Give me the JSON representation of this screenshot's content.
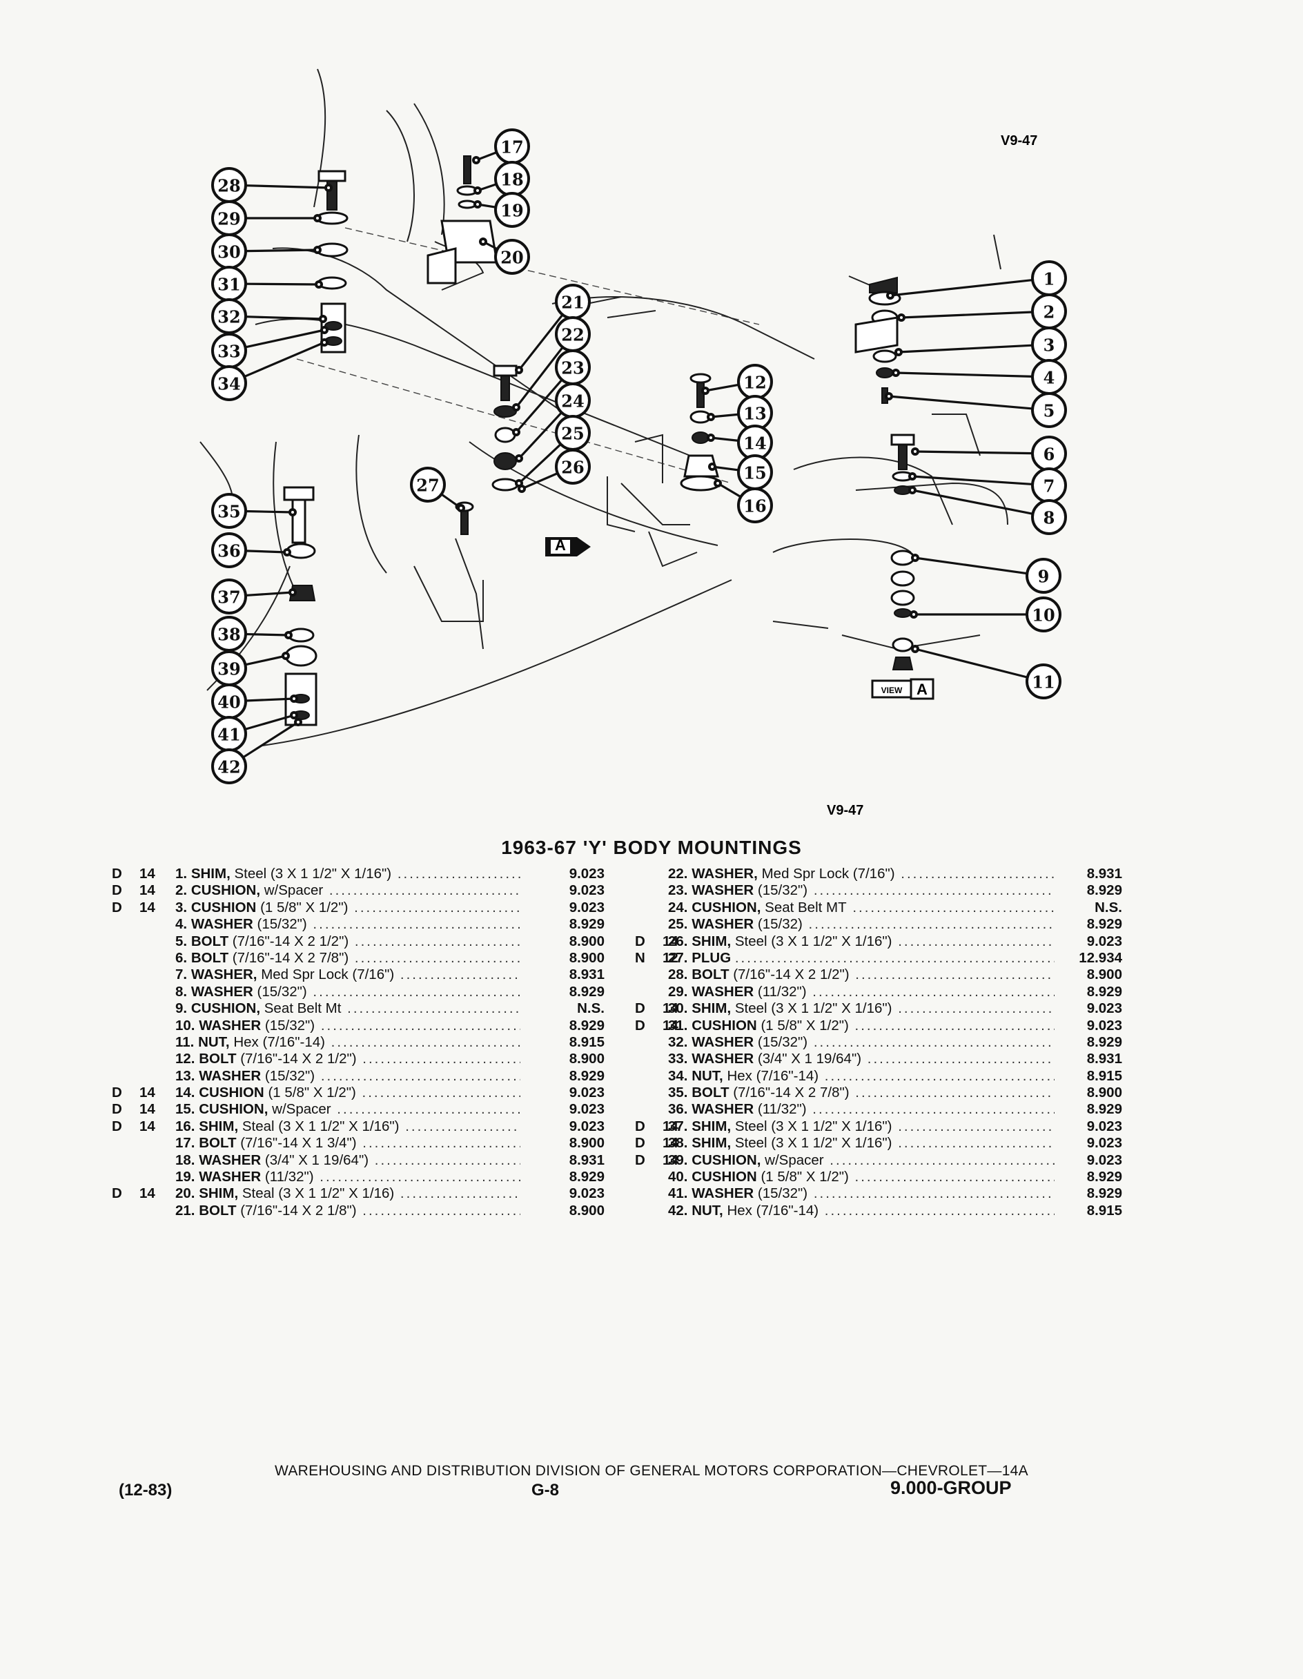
{
  "diagram": {
    "ref_top": "V9-47",
    "ref_bottom": "V9-47",
    "view_marker": "A",
    "view_label": "VIEW",
    "view_letter": "A",
    "callouts": [
      "1",
      "2",
      "3",
      "4",
      "5",
      "6",
      "7",
      "8",
      "9",
      "10",
      "11",
      "12",
      "13",
      "14",
      "15",
      "16",
      "17",
      "18",
      "19",
      "20",
      "21",
      "22",
      "23",
      "24",
      "25",
      "26",
      "27",
      "28",
      "29",
      "30",
      "31",
      "32",
      "33",
      "34",
      "35",
      "36",
      "37",
      "38",
      "39",
      "40",
      "41",
      "42"
    ]
  },
  "title": "1963-67 'Y' BODY MOUNTINGS",
  "parts_left": [
    {
      "code": "D",
      "group": "14",
      "num": "1.",
      "name": "SHIM,",
      "detail": "Steel (3 X 1 1/2\" X 1/16\")",
      "part_number": "9.023"
    },
    {
      "code": "D",
      "group": "14",
      "num": "2.",
      "name": "CUSHION,",
      "detail": "w/Spacer",
      "part_number": "9.023"
    },
    {
      "code": "D",
      "group": "14",
      "num": "3.",
      "name": "CUSHION",
      "detail": "(1 5/8\" X 1/2\")",
      "part_number": "9.023"
    },
    {
      "code": "",
      "group": "",
      "num": "4.",
      "name": "WASHER",
      "detail": "(15/32\")",
      "part_number": "8.929"
    },
    {
      "code": "",
      "group": "",
      "num": "5.",
      "name": "BOLT",
      "detail": "(7/16\"-14 X 2 1/2\")",
      "part_number": "8.900"
    },
    {
      "code": "",
      "group": "",
      "num": "6.",
      "name": "BOLT",
      "detail": "(7/16\"-14 X 2 7/8\")",
      "part_number": "8.900"
    },
    {
      "code": "",
      "group": "",
      "num": "7.",
      "name": "WASHER,",
      "detail": "Med Spr Lock (7/16\")",
      "part_number": "8.931"
    },
    {
      "code": "",
      "group": "",
      "num": "8.",
      "name": "WASHER",
      "detail": "(15/32\")",
      "part_number": "8.929"
    },
    {
      "code": "",
      "group": "",
      "num": "9.",
      "name": "CUSHION,",
      "detail": "Seat Belt Mt",
      "part_number": "N.S."
    },
    {
      "code": "",
      "group": "",
      "num": "10.",
      "name": "WASHER",
      "detail": "(15/32\")",
      "part_number": "8.929"
    },
    {
      "code": "",
      "group": "",
      "num": "11.",
      "name": "NUT,",
      "detail": "Hex (7/16\"-14)",
      "part_number": "8.915"
    },
    {
      "code": "",
      "group": "",
      "num": "12.",
      "name": "BOLT",
      "detail": "(7/16\"-14 X 2 1/2\")",
      "part_number": "8.900"
    },
    {
      "code": "",
      "group": "",
      "num": "13.",
      "name": "WASHER",
      "detail": "(15/32\")",
      "part_number": "8.929"
    },
    {
      "code": "D",
      "group": "14",
      "num": "14.",
      "name": "CUSHION",
      "detail": "(1 5/8\" X 1/2\")",
      "part_number": "9.023"
    },
    {
      "code": "D",
      "group": "14",
      "num": "15.",
      "name": "CUSHION,",
      "detail": "w/Spacer",
      "part_number": "9.023"
    },
    {
      "code": "D",
      "group": "14",
      "num": "16.",
      "name": "SHIM,",
      "detail": "Steal (3 X 1 1/2\" X 1/16\")",
      "part_number": "9.023"
    },
    {
      "code": "",
      "group": "",
      "num": "17.",
      "name": "BOLT",
      "detail": "(7/16\"-14 X 1 3/4\")",
      "part_number": "8.900"
    },
    {
      "code": "",
      "group": "",
      "num": "18.",
      "name": "WASHER",
      "detail": "(3/4\" X 1 19/64\")",
      "part_number": "8.931"
    },
    {
      "code": "",
      "group": "",
      "num": "19.",
      "name": "WASHER",
      "detail": "(11/32\")",
      "part_number": "8.929"
    },
    {
      "code": "D",
      "group": "14",
      "num": "20.",
      "name": "SHIM,",
      "detail": "Steal (3 X 1 1/2\" X 1/16)",
      "part_number": "9.023"
    },
    {
      "code": "",
      "group": "",
      "num": "21.",
      "name": "BOLT",
      "detail": "(7/16\"-14 X 2 1/8\")",
      "part_number": "8.900"
    }
  ],
  "parts_right": [
    {
      "code": "",
      "group": "",
      "num": "22.",
      "name": "WASHER,",
      "detail": "Med Spr Lock (7/16\")",
      "part_number": "8.931"
    },
    {
      "code": "",
      "group": "",
      "num": "23.",
      "name": "WASHER",
      "detail": "(15/32\")",
      "part_number": "8.929"
    },
    {
      "code": "",
      "group": "",
      "num": "24.",
      "name": "CUSHION,",
      "detail": "Seat Belt MT",
      "part_number": "N.S."
    },
    {
      "code": "",
      "group": "",
      "num": "25.",
      "name": "WASHER",
      "detail": "(15/32)",
      "part_number": "8.929"
    },
    {
      "code": "D",
      "group": "14",
      "num": "26.",
      "name": "SHIM,",
      "detail": "Steel (3 X 1 1/2\" X 1/16\")",
      "part_number": "9.023"
    },
    {
      "code": "N",
      "group": "12",
      "num": "27.",
      "name": "PLUG",
      "detail": "",
      "part_number": "12.934"
    },
    {
      "code": "",
      "group": "",
      "num": "28.",
      "name": "BOLT",
      "detail": "(7/16\"-14 X 2 1/2\")",
      "part_number": "8.900"
    },
    {
      "code": "",
      "group": "",
      "num": "29.",
      "name": "WASHER",
      "detail": "(11/32\")",
      "part_number": "8.929"
    },
    {
      "code": "D",
      "group": "14",
      "num": "30.",
      "name": "SHIM,",
      "detail": "Steel (3 X 1 1/2\" X 1/16\")",
      "part_number": "9.023"
    },
    {
      "code": "D",
      "group": "14",
      "num": "31.",
      "name": "CUSHION",
      "detail": "(1 5/8\" X 1/2\")",
      "part_number": "9.023"
    },
    {
      "code": "",
      "group": "",
      "num": "32.",
      "name": "WASHER",
      "detail": "(15/32\")",
      "part_number": "8.929"
    },
    {
      "code": "",
      "group": "",
      "num": "33.",
      "name": "WASHER",
      "detail": "(3/4\" X 1 19/64\")",
      "part_number": "8.931"
    },
    {
      "code": "",
      "group": "",
      "num": "34.",
      "name": "NUT,",
      "detail": "Hex (7/16\"-14)",
      "part_number": "8.915"
    },
    {
      "code": "",
      "group": "",
      "num": "35.",
      "name": "BOLT",
      "detail": "(7/16\"-14 X 2 7/8\")",
      "part_number": "8.900"
    },
    {
      "code": "",
      "group": "",
      "num": "36.",
      "name": "WASHER",
      "detail": "(11/32\")",
      "part_number": "8.929"
    },
    {
      "code": "D",
      "group": "14",
      "num": "37.",
      "name": "SHIM,",
      "detail": "Steel (3 X 1 1/2\" X 1/16\")",
      "part_number": "9.023"
    },
    {
      "code": "D",
      "group": "14",
      "num": "38.",
      "name": "SHIM,",
      "detail": "Steel (3 X 1 1/2\" X 1/16\")",
      "part_number": "9.023"
    },
    {
      "code": "D",
      "group": "14",
      "num": "39.",
      "name": "CUSHION,",
      "detail": "w/Spacer",
      "part_number": "9.023"
    },
    {
      "code": "",
      "group": "",
      "num": "40.",
      "name": "CUSHION",
      "detail": "(1 5/8\" X 1/2\")",
      "part_number": "8.929"
    },
    {
      "code": "",
      "group": "",
      "num": "41.",
      "name": "WASHER",
      "detail": "(15/32\")",
      "part_number": "8.929"
    },
    {
      "code": "",
      "group": "",
      "num": "42.",
      "name": "NUT,",
      "detail": "Hex (7/16\"-14)",
      "part_number": "8.915"
    }
  ],
  "footer": {
    "line": "WAREHOUSING AND DISTRIBUTION DIVISION OF GENERAL MOTORS CORPORATION—CHEVROLET—14A",
    "date": "(12-83)",
    "page": "G-8",
    "group": "9.000-GROUP"
  }
}
